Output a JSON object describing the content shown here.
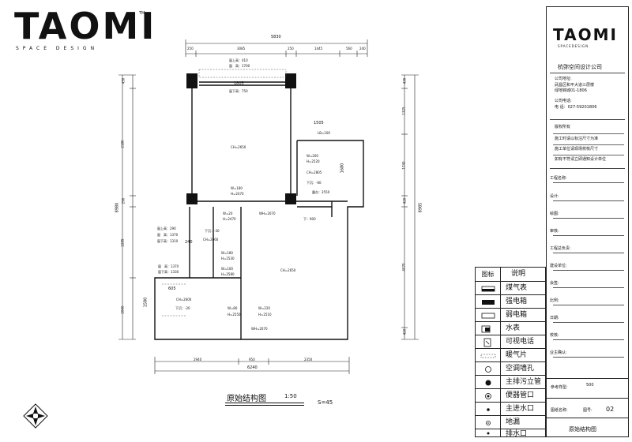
{
  "brand": {
    "logo_text": "TAOMI",
    "tm": "TM",
    "tagline": "SPACE DESIGN",
    "side_tagline": "SPACEDESIGN",
    "company_name": "杭弥空间设计公司"
  },
  "company_info": {
    "address_label": "公司地址:",
    "address_line1": "武昌区和平大道三层楼",
    "address_line2": "绿地锦城01-1806",
    "phone_label": "公司电话:",
    "phone_value": "电 话：027-59201806"
  },
  "copyright": {
    "heading": "版权所有",
    "lines": [
      "施工时请以标注尺寸为准",
      "施工单位请现场校核尺寸",
      "如有不符请立即通知设计单位"
    ]
  },
  "title_block_fields": [
    "工程名称:",
    "设计:",
    "绘图:",
    "审核:",
    "工程总负责:",
    "建设单位:",
    "会签:",
    "比例:",
    "日期:",
    "校核:",
    "业主确认:"
  ],
  "reference_label": "参考样型:",
  "reference_value": "500",
  "drawing_name_label": "图纸名称:",
  "drawing_no_label": "图号:",
  "drawing_no_value": "02",
  "drawing_name_value": "原始结构图",
  "plan_title": "原始结构图",
  "plan_scale": "1:50",
  "plan_area": "S=45",
  "legend": {
    "header_icon": "图标",
    "header_desc": "说明",
    "items": [
      {
        "label": "煤气表",
        "icon": "gas-meter-icon"
      },
      {
        "label": "强电箱",
        "icon": "strong-electric-box-icon"
      },
      {
        "label": "弱电箱",
        "icon": "weak-electric-box-icon"
      },
      {
        "label": "水表",
        "icon": "water-meter-icon"
      },
      {
        "label": "可视电话",
        "icon": "video-phone-icon"
      },
      {
        "label": "暖气片",
        "icon": "radiator-icon"
      },
      {
        "label": "空调墙孔",
        "icon": "ac-hole-icon"
      },
      {
        "label": "主排污立管",
        "icon": "main-sewage-pipe-icon"
      },
      {
        "label": "便器管口",
        "icon": "toilet-pipe-icon"
      },
      {
        "label": "主进水口",
        "icon": "main-water-inlet-icon"
      },
      {
        "label": "地漏",
        "icon": "floor-drain-icon"
      },
      {
        "label": "排水口",
        "icon": "drain-outlet-icon"
      }
    ]
  },
  "dimensions": {
    "top_total": "5830",
    "top_segments": [
      "250",
      "3085",
      "250",
      "1445",
      "560",
      "240"
    ],
    "bottom_total": "6240",
    "bottom_segments": [
      "2940",
      "950",
      "2350"
    ],
    "left_total": "8980",
    "left_segments": [
      "430",
      "2180",
      "290",
      "2285",
      "2060"
    ],
    "right_total": "8985",
    "right_segments": [
      "430",
      "1325",
      "1740",
      "420",
      "4070",
      "420"
    ],
    "left_1580": "1580",
    "left_605": "605",
    "w1805": "1805",
    "w1505": "1505",
    "h1680": "1680",
    "bay_240": "240"
  },
  "annotations": {
    "window_top_1": "窗上高：410",
    "window_top_2": "窗　高：1700",
    "window_top_3": "窗下高：750",
    "ch2650_top": "CH=2650",
    "ch2650_main": "CH=2650",
    "lb100": "LB=100",
    "w200": "W=200",
    "h2520": "H=2520",
    "ch2805": "CH=2805",
    "down60": "下沉：-60",
    "bay2550": "露台：2550",
    "w180_a": "W=180",
    "h2470_a": "H=2470",
    "w20": "W=20",
    "h2470_b": "H=2470",
    "wh2070_a": "WH=2070",
    "down900": "下：900",
    "win2_1": "窗上高：290",
    "win2_2": "窗　高：1370",
    "win2_3": "窗下高：1310",
    "down30": "下沉：-30",
    "ch2660": "CH=2660",
    "w180_b": "W=180",
    "h2530": "H=2530",
    "w100": "W=100",
    "h2580": "H=2580",
    "win3_1": "窗　高：1370",
    "win3_2": "窗下高：1330",
    "ch2600": "CH=2600",
    "down20": "下沉：-20",
    "w80": "W=80",
    "h2550": "H=2550",
    "w220": "W=220",
    "h2510": "H=2510",
    "wh2070_b": "WH=2070"
  }
}
